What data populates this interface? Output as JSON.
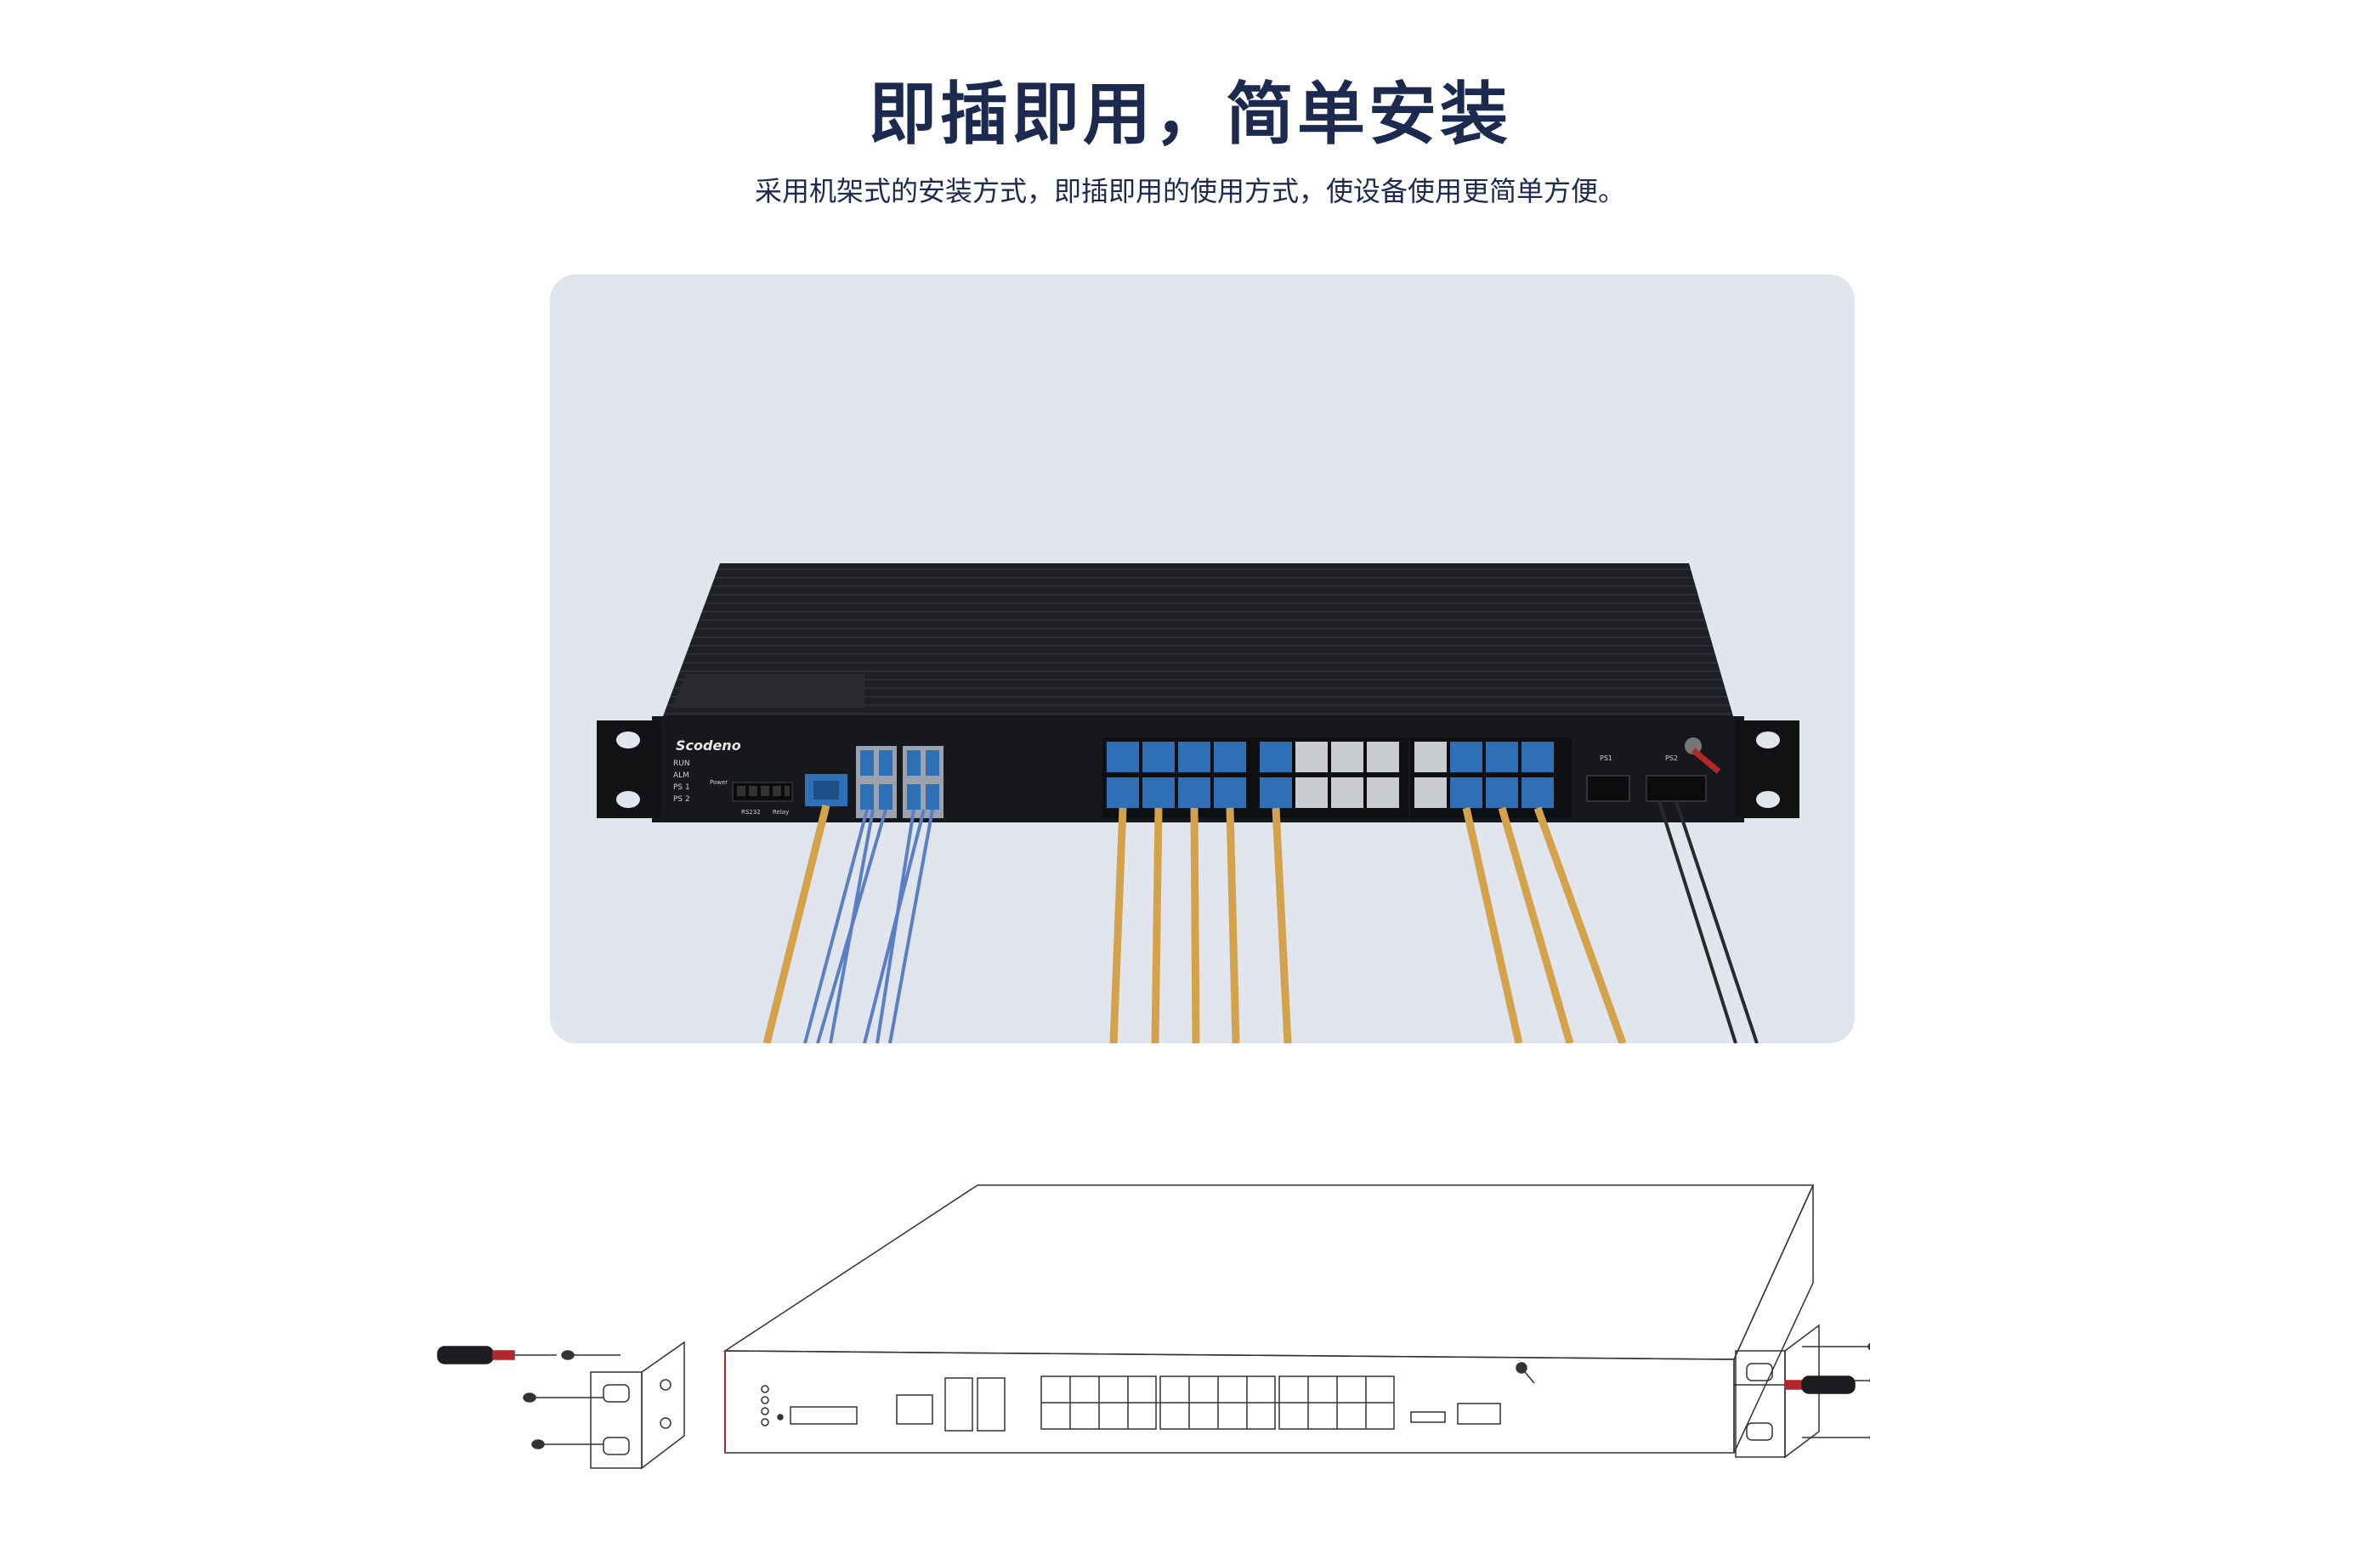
{
  "header": {
    "title": "即插即用，简单安装",
    "subtitle": "采用机架式的安装方式，即插即用的使用方式，使设备使用更简单方便。"
  },
  "device": {
    "brand": "Scodeno",
    "leds": [
      "RUN",
      "ALM",
      "PS 1",
      "PS 2"
    ],
    "power_label": "Power",
    "console_label": "RS232",
    "relay_label": "Relay",
    "ps1_label": "PS1",
    "ps2_label": "PS2"
  },
  "colors": {
    "heading": "#1b2a4e",
    "panel_bg": "#e0e5ee",
    "chassis": "#1c1d20",
    "connector_blue": "#2f6fb5",
    "cable_orange": "#d4a24a",
    "cable_fiber": "#5a7fc4"
  }
}
